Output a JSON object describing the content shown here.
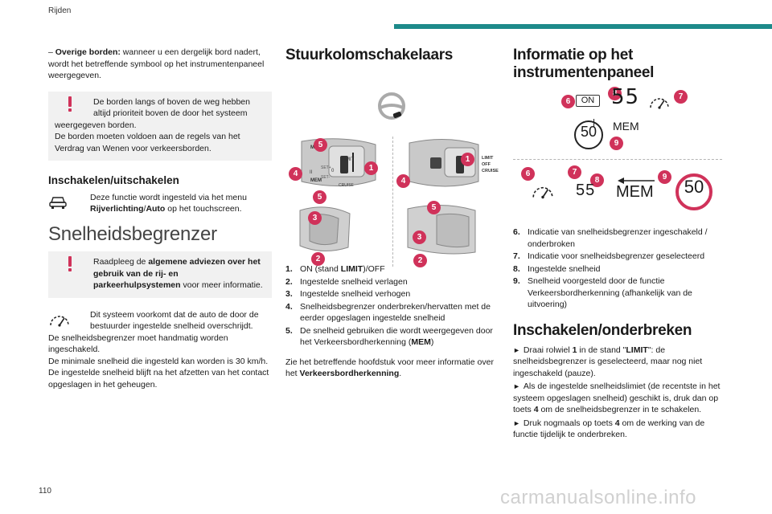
{
  "header": {
    "section": "Rijden",
    "page_number": "110"
  },
  "watermark": "carmanualsonline.info",
  "col1": {
    "dash_label": "Overige borden:",
    "dash_text": " wanneer u een dergelijk bord nadert, wordt het betreffende symbool op het instrumentenpaneel weergegeven.",
    "note1_first": "De borden langs of boven de weg hebben altijd prioriteit boven de door het systeem",
    "note1_rest": "weergegeven borden.",
    "note1_line2": "De borden moeten voldoen aan de regels van het Verdrag van Wenen voor verkeersborden.",
    "subheading": "Inschakelen/uitschakelen",
    "menu_text_pre": "Deze functie wordt ingesteld via het menu ",
    "menu_text_bold": "Rijverlichting",
    "menu_text_sep": "/",
    "menu_text_bold2": "Auto",
    "menu_text_post": " op het touchscreen.",
    "section_title": "Snelheidsbegrenzer",
    "note2_pre": "Raadpleeg de ",
    "note2_bold": "algemene adviezen over het gebruik van de rij- en parkeerhulpsystemen",
    "note2_post": " voor meer informatie.",
    "speed_first": "Dit systeem voorkomt dat de auto de door de bestuurder ingestelde snelheid overschrijdt.",
    "speed_rest": "De snelheidsbegrenzer moet handmatig worden ingeschakeld.",
    "speed_min": "De minimale snelheid die ingesteld kan worden is 30 km/h.",
    "speed_mem": "De ingestelde snelheid blijft na het afzetten van het contact opgeslagen in het geheugen."
  },
  "col2": {
    "title": "Stuurkolomschakelaars",
    "figure_labels": {
      "mem": "MEM",
      "limit": "LIMIT",
      "off": "OFF",
      "cruise": "CRUISE",
      "set_plus": "SET+",
      "set_minus": "SET-",
      "zero": "0",
      "roman": "II"
    },
    "items": [
      {
        "n": "1.",
        "pre": "ON (stand ",
        "bold": "LIMIT",
        "post": ")/OFF"
      },
      {
        "n": "2.",
        "pre": "Ingestelde snelheid verlagen",
        "bold": "",
        "post": ""
      },
      {
        "n": "3.",
        "pre": "Ingestelde snelheid verhogen",
        "bold": "",
        "post": ""
      },
      {
        "n": "4.",
        "pre": "Snelheidsbegrenzer onderbreken/hervatten met de eerder opgeslagen ingestelde snelheid",
        "bold": "",
        "post": ""
      },
      {
        "n": "5.",
        "pre": "De snelheid gebruiken die wordt weergegeven door het Verkeersbordherkenning (",
        "bold": "MEM",
        "post": ")"
      }
    ],
    "footer_pre": "Zie het betreffende hoofdstuk voor meer informatie over het ",
    "footer_bold": "Verkeersbordherkenning",
    "footer_post": "."
  },
  "col3": {
    "title": "Informatie op het instrumentenpaneel",
    "display_top": {
      "on": "ON",
      "speed": "55",
      "mem": "MEM",
      "sign": "50"
    },
    "display_bottom": {
      "speed": "55",
      "mem": "MEM",
      "sign": "50"
    },
    "items": [
      {
        "n": "6.",
        "text": "Indicatie van snelheidsbegrenzer ingeschakeld / onderbroken"
      },
      {
        "n": "7.",
        "text": "Indicatie voor snelheidsbegrenzer geselecteerd"
      },
      {
        "n": "8.",
        "text": "Ingestelde snelheid"
      },
      {
        "n": "9.",
        "text": "Snelheid voorgesteld door de functie Verkeersbordherkenning (afhankelijk van de uitvoering)"
      }
    ],
    "subtitle": "Inschakelen/onderbreken",
    "steps": [
      {
        "pre": "Draai rolwiel ",
        "b1": "1",
        "mid": " in de stand \"",
        "b2": "LIMIT",
        "post": "\": de snelheidsbegrenzer is geselecteerd, maar nog niet ingeschakeld (pauze)."
      },
      {
        "pre": "Als de ingestelde snelheidslimiet (de recentste in het systeem opgeslagen snelheid) geschikt is, druk dan op toets ",
        "b1": "4",
        "mid": " om de snelheidsbegrenzer in te schakelen.",
        "b2": "",
        "post": ""
      },
      {
        "pre": "Druk nogmaals op toets ",
        "b1": "4",
        "mid": " om de werking van de functie tijdelijk te onderbreken.",
        "b2": "",
        "post": ""
      }
    ]
  }
}
